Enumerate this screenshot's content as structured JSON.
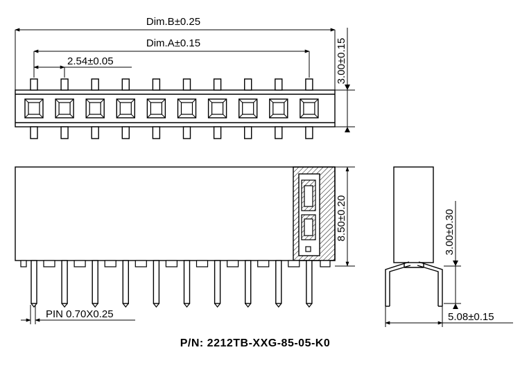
{
  "dimensions": {
    "dim_b": "Dim.B±0.25",
    "dim_a": "Dim.A±0.15",
    "pitch": "2.54±0.05",
    "top_height": "3.00±0.15",
    "body_height": "8.50±0.20",
    "side_height": "3.00±0.30",
    "row_spacing": "5.08±0.15",
    "pin_size": "PIN 0.70X0.25"
  },
  "part_number": "P/N: 2212TB-XXG-85-05-K0",
  "pin_count": 10
}
